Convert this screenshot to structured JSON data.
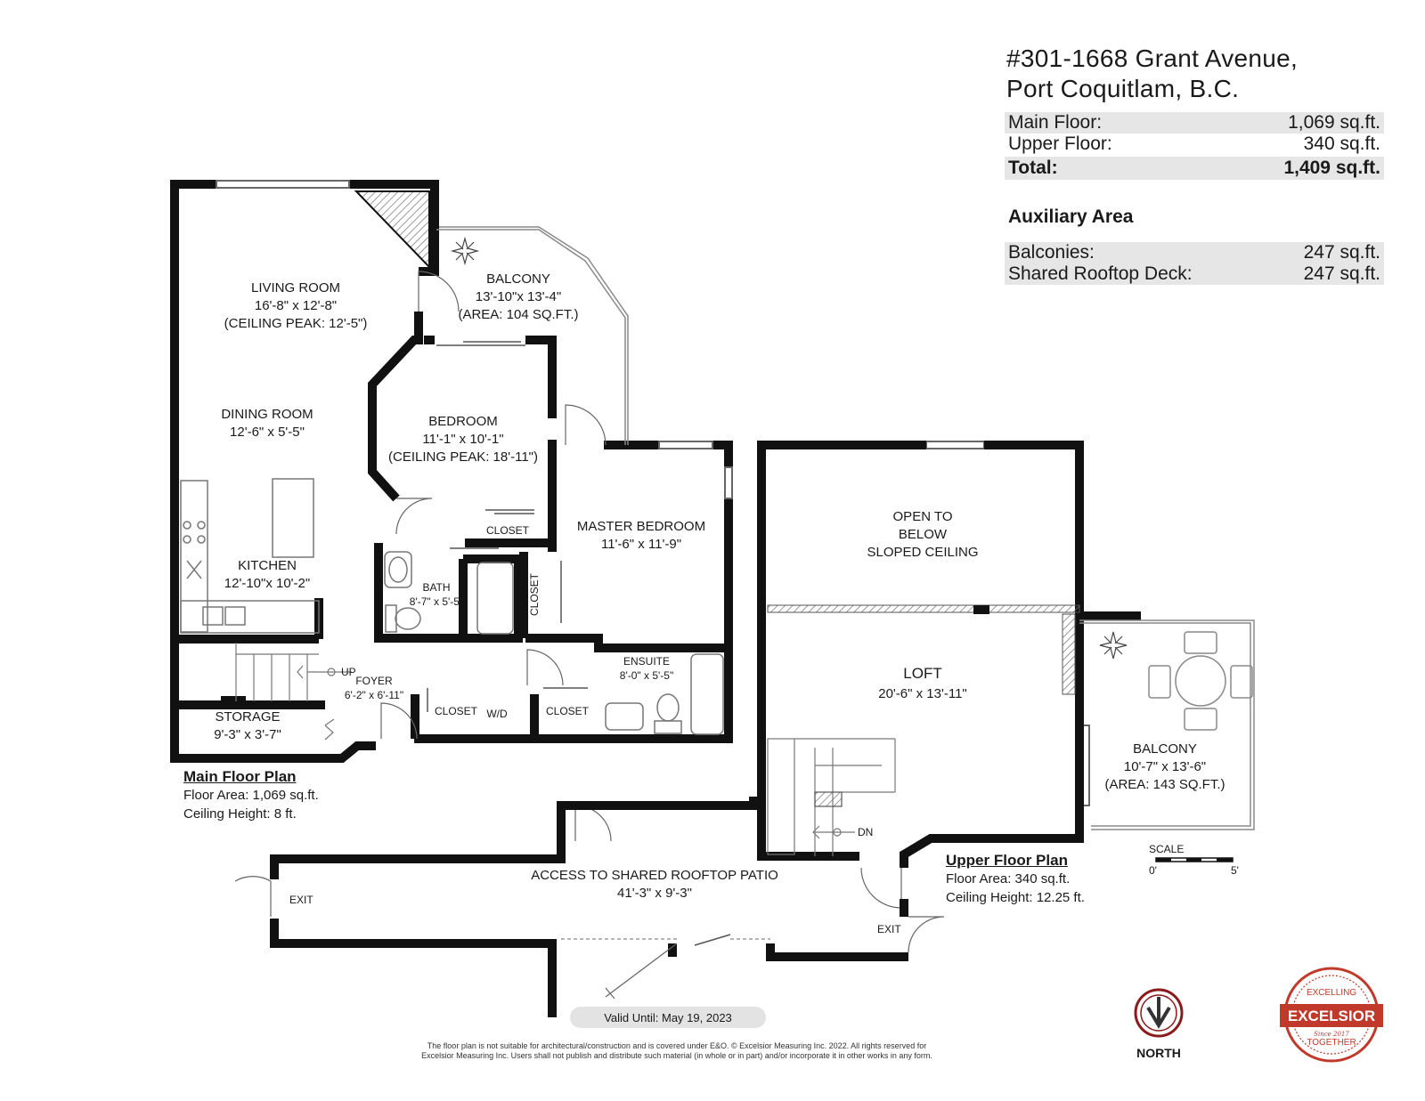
{
  "header": {
    "address_line1": "#301-1668 Grant Avenue,",
    "address_line2": "Port Coquitlam, B.C.",
    "areas": [
      {
        "label": "Main Floor:",
        "value": "1,069 sq.ft."
      },
      {
        "label": "Upper Floor:",
        "value": "340 sq.ft."
      }
    ],
    "total": {
      "label": "Total:",
      "value": "1,409 sq.ft."
    },
    "aux_title": "Auxiliary Area",
    "aux": [
      {
        "label": "Balconies:",
        "value": "247 sq.ft."
      },
      {
        "label": "Shared Rooftop Deck:",
        "value": "247 sq.ft."
      }
    ]
  },
  "rooms": {
    "living": {
      "name": "LIVING ROOM",
      "dim": "16'-8\" x 12'-8\"",
      "extra": "(CEILING PEAK: 12'-5\")"
    },
    "balcony_main": {
      "name": "BALCONY",
      "dim": "13'-10\"x 13'-4\"",
      "extra": "(AREA: 104 SQ.FT.)"
    },
    "dining": {
      "name": "DINING ROOM",
      "dim": "12'-6\" x  5'-5\""
    },
    "bedroom": {
      "name": "BEDROOM",
      "dim": "11'-1\"  x  10'-1\"",
      "extra": "(CEILING PEAK: 18'-11\")"
    },
    "closet_bed": "CLOSET",
    "master": {
      "name": "MASTER BEDROOM",
      "dim": "11'-6\"  x  11'-9\""
    },
    "kitchen": {
      "name": "KITCHEN",
      "dim": "12'-10\"x 10'-2\""
    },
    "bath": {
      "name": "BATH",
      "dim": "8'-7\" x 5'-5\""
    },
    "closet_vertical": "CLOSET",
    "ensuite": {
      "name": "ENSUITE",
      "dim": "8'-0\" x  5'-5\""
    },
    "up": "UP",
    "foyer": {
      "name": "FOYER",
      "dim": "6'-2\" x  6'-11\""
    },
    "storage": {
      "name": "STORAGE",
      "dim": "9'-3\"  x  3'-7\""
    },
    "closet_foyer": "CLOSET",
    "wd": "W/D",
    "closet_ensuite": "CLOSET",
    "open_below": [
      "OPEN TO",
      "BELOW",
      "SLOPED CEILING"
    ],
    "loft": {
      "name": "LOFT",
      "dim": "20'-6\" x 13'-11\""
    },
    "balcony_upper": {
      "name": "BALCONY",
      "dim": "10'-7\" x  13'-6\"",
      "extra": "(AREA: 143 SQ.FT.)"
    },
    "dn": "DN",
    "patio": {
      "name": "ACCESS TO SHARED ROOFTOP PATIO",
      "dim": "41'-3\"  x  9'-3\""
    },
    "exit_left": "EXIT",
    "exit_right": "EXIT"
  },
  "legend_main": {
    "title": "Main Floor Plan",
    "area": "Floor Area: 1,069 sq.ft.",
    "ceiling": "Ceiling Height: 8 ft."
  },
  "legend_upper": {
    "title": "Upper Floor Plan",
    "area": "Floor Area: 340 sq.ft.",
    "ceiling": "Ceiling Height: 12.25 ft."
  },
  "scale": {
    "title": "SCALE",
    "min": "0'",
    "max": "5'"
  },
  "valid_until": "Valid Until: May 19, 2023",
  "disclaimer_1": "The floor plan is not suitable for architectural/construction and is covered under E&O. © Excelsior Measuring Inc. 2022. All rights reserved for",
  "disclaimer_2": "Excelsior Measuring Inc. Users shall not publish and distribute such material (in whole or in part) and/or incorporate it in other works in any form.",
  "north_label": "NORTH",
  "logo": {
    "top": "EXCELLING",
    "name": "EXCELSIOR",
    "bottom": "TOGETHER",
    "since": "Since 2017"
  },
  "colors": {
    "wall": "#111111",
    "logo_red": "#c0392b",
    "shade": "#e6e6e6"
  }
}
